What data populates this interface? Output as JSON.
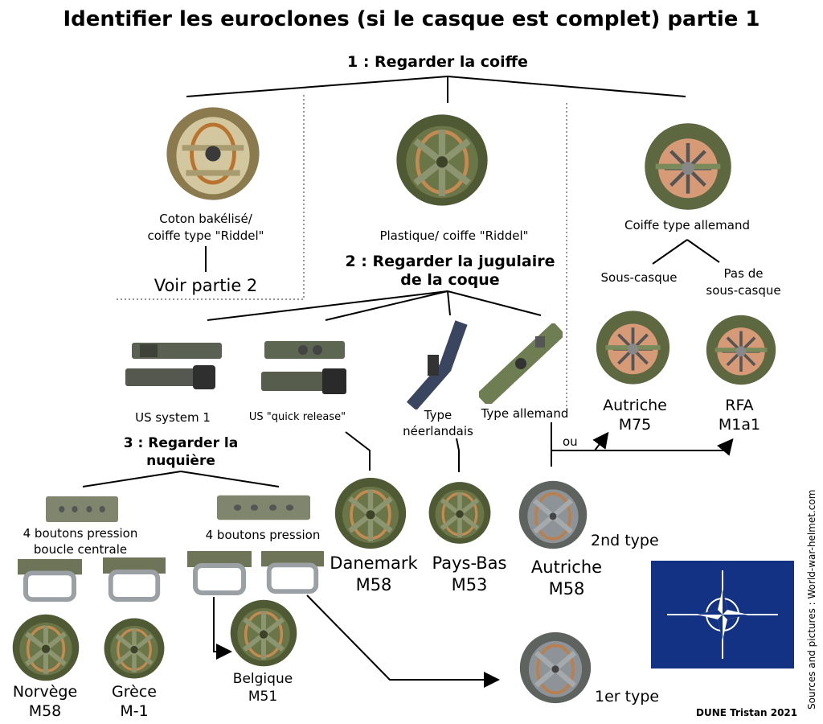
{
  "title": "Identifier les euroclones (si le casque est complet) partie 1",
  "step1": "1 : Regarder la coiffe",
  "coiffe": {
    "bakelite_l1": "Coton bakélisé/",
    "bakelite_l2": "coiffe type \"Riddel\"",
    "voir_partie2": "Voir partie 2",
    "plastique": "Plastique/ coiffe \"Riddel\"",
    "allemand": "Coiffe type allemand",
    "sous_casque": "Sous-casque",
    "pas_de_l1": "Pas de",
    "pas_de_l2": "sous-casque"
  },
  "step2": {
    "l1": "2 : Regarder la jugulaire",
    "l2": "de la coque"
  },
  "straps": {
    "us_system": "US system 1",
    "us_quick": "US \"quick release\"",
    "neerl_l1": "Type",
    "neerl_l2": "néerlandais",
    "allemand": "Type allemand"
  },
  "step3": {
    "l1": "3 : Regarder la",
    "l2": "nuquière"
  },
  "nuquiere": {
    "centrale_l1": "4 boutons pression",
    "centrale_l2": "boucle centrale",
    "simple": "4 boutons pression"
  },
  "ou": "ou",
  "results": {
    "autriche_m75_l1": "Autriche",
    "autriche_m75_l2": "M75",
    "rfa_l1": "RFA",
    "rfa_l2": "M1a1",
    "danemark_l1": "Danemark",
    "danemark_l2": "M58",
    "paysbas_l1": "Pays-Bas",
    "paysbas_l2": "M53",
    "autriche_m58_l1": "Autriche",
    "autriche_m58_l2": "M58",
    "second_type": "2nd type",
    "premier_type": "1er type",
    "norvege_l1": "Norvège",
    "norvege_l2": "M58",
    "grece_l1": "Grèce",
    "grece_l2": "M-1",
    "belgique_l1": "Belgique",
    "belgique_l2": "M51"
  },
  "credit": "DUNE Tristan 2021",
  "sources": "Sources and pictures : World-war-helmet.com",
  "icons": {
    "flag": "nato-flag-icon",
    "helmet": "helmet-photo"
  },
  "colors": {
    "nato_blue": "#143283",
    "olive": "#5e6a3e",
    "leather": "#c58a52"
  }
}
